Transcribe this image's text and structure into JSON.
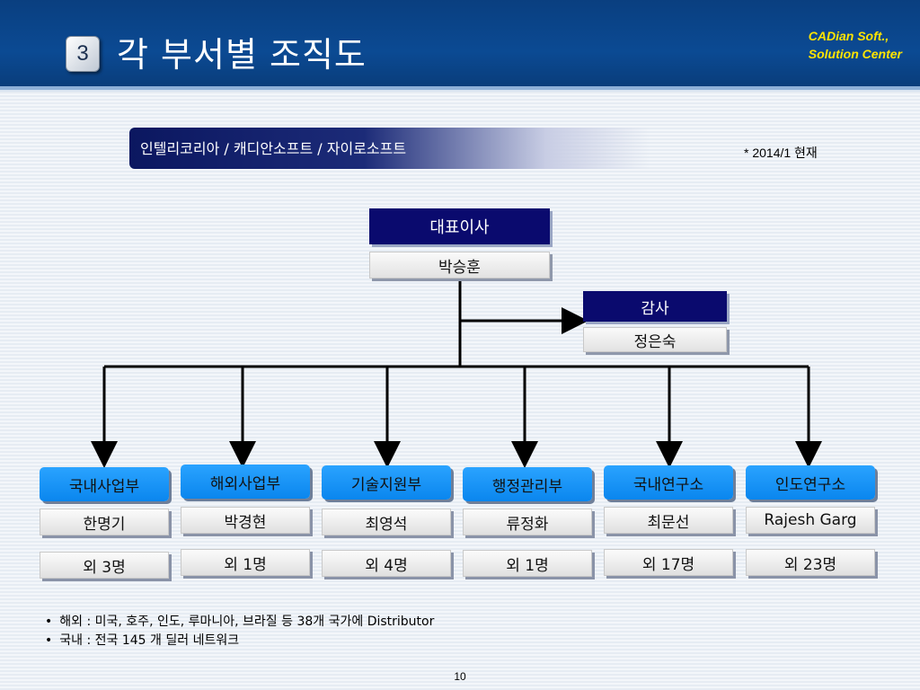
{
  "header": {
    "number": "3",
    "title": "각 부서별 조직도",
    "brand_line1": "CADian Soft.,",
    "brand_line2": "Solution Center"
  },
  "banner": {
    "companies": "인텔리코리아  / 캐디안소프트  / 자이로소프트",
    "as_of": "* 2014/1 현재"
  },
  "ceo": {
    "title": "대표이사",
    "name": "박승훈"
  },
  "auditor": {
    "title": "감사",
    "name": "정은숙"
  },
  "departments": [
    {
      "name": "국내사업부",
      "head": "한명기",
      "staff": "외 3명"
    },
    {
      "name": "해외사업부",
      "head": "박경현",
      "staff": "외 1명"
    },
    {
      "name": "기술지원부",
      "head": "최영석",
      "staff": "외 4명"
    },
    {
      "name": "행정관리부",
      "head": "류정화",
      "staff": "외 1명"
    },
    {
      "name": "국내연구소",
      "head": "최문선",
      "staff": "외 17명"
    },
    {
      "name": "인도연구소",
      "head": "Rajesh Garg",
      "staff": "외 23명"
    }
  ],
  "notes": [
    "해외 : 미국, 호주, 인도, 루마니아, 브라질 등 38개 국가에 Distributor",
    "국내 : 전국 145 개 딜러 네트워크"
  ],
  "page_number": "10",
  "colors": {
    "header_bg": "#0b4a93",
    "brand": "#ffe400",
    "title_box": "#0a0a6e",
    "dept_box": "#1a95f7"
  }
}
